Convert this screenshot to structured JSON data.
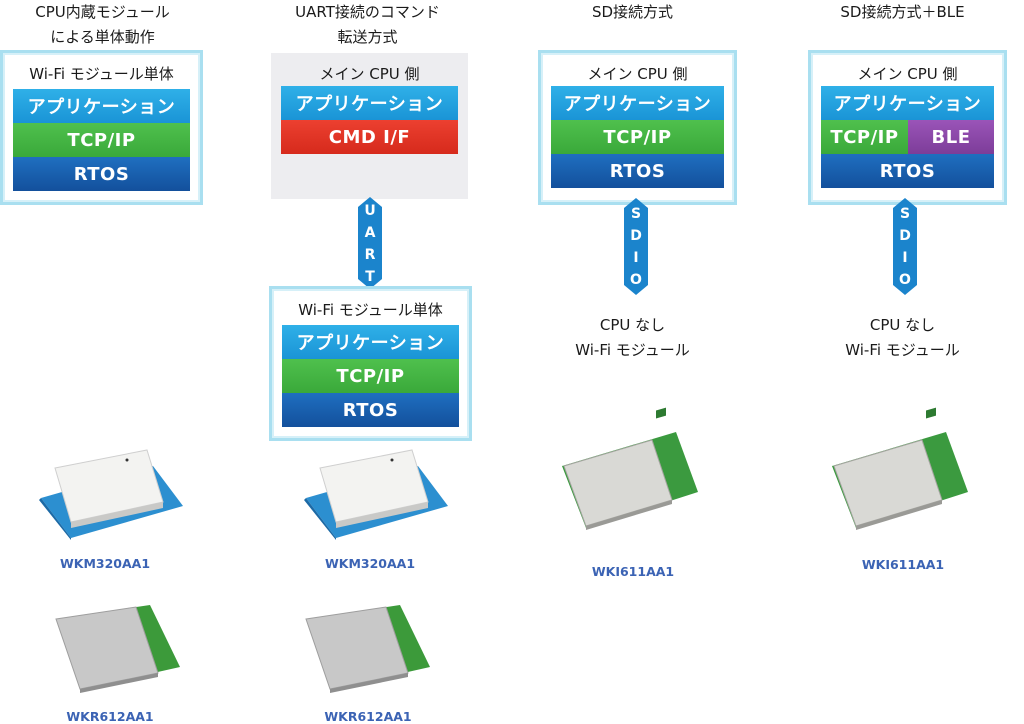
{
  "columns": [
    {
      "title": "CPU内蔵モジュール\nによる単体動作",
      "frame_label": "Wi-Fi モジュール単体",
      "layers": {
        "app": "アプリケーション",
        "tcp": "TCP/IP",
        "rtos": "RTOS"
      },
      "captions": [
        "WKM320AA1",
        "WKR612AA1"
      ]
    },
    {
      "title": "UART接続のコマンド\n転送方式",
      "frame_label": "メイン CPU 側",
      "layers": {
        "app": "アプリケーション",
        "cmd": "CMD I/F"
      },
      "connector": [
        "U",
        "A",
        "R",
        "T"
      ],
      "module_frame_label": "Wi-Fi モジュール単体",
      "module_layers": {
        "app": "アプリケーション",
        "tcp": "TCP/IP",
        "rtos": "RTOS"
      },
      "captions": [
        "WKM320AA1",
        "WKR612AA1"
      ]
    },
    {
      "title": "SD接続方式",
      "frame_label": "メイン CPU 側",
      "layers": {
        "app": "アプリケーション",
        "tcp": "TCP/IP",
        "rtos": "RTOS"
      },
      "connector": [
        "S",
        "D",
        "I",
        "O"
      ],
      "module_text": "CPU なし\nWi-Fi モジュール",
      "captions": [
        "WKI611AA1"
      ]
    },
    {
      "title": "SD接続方式＋BLE",
      "frame_label": "メイン CPU 側",
      "layers": {
        "app": "アプリケーション",
        "tcp": "TCP/IP",
        "ble": "BLE",
        "rtos": "RTOS"
      },
      "connector": [
        "S",
        "D",
        "I",
        "O"
      ],
      "module_text": "CPU なし\nWi-Fi モジュール",
      "captions": [
        "WKI611AA1"
      ]
    }
  ],
  "colors": {
    "app": "#1fa3e0",
    "tcp": "#45b544",
    "rtos": "#175fb0",
    "cmd": "#e33526",
    "ble": "#8a48a8",
    "frame_border": "#a9dff0",
    "connector": "#1b84cc",
    "caption": "#3b63b4"
  }
}
